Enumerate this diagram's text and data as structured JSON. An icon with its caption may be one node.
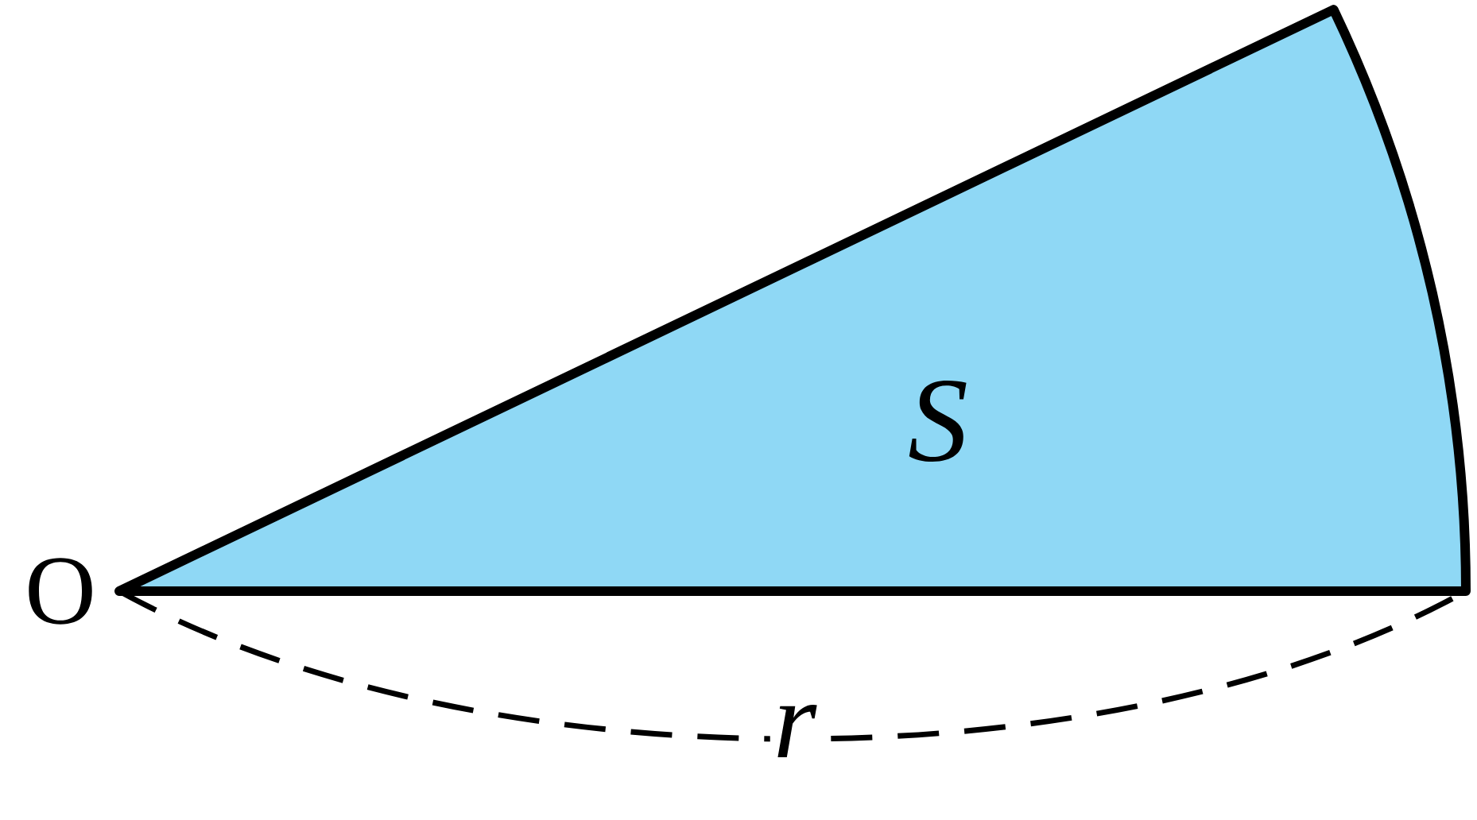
{
  "diagram": {
    "nodes": [
      {
        "text": [
          "S"
        ]
      }
    ],
    "labels": [
      "O",
      "r"
    ]
  }
}
